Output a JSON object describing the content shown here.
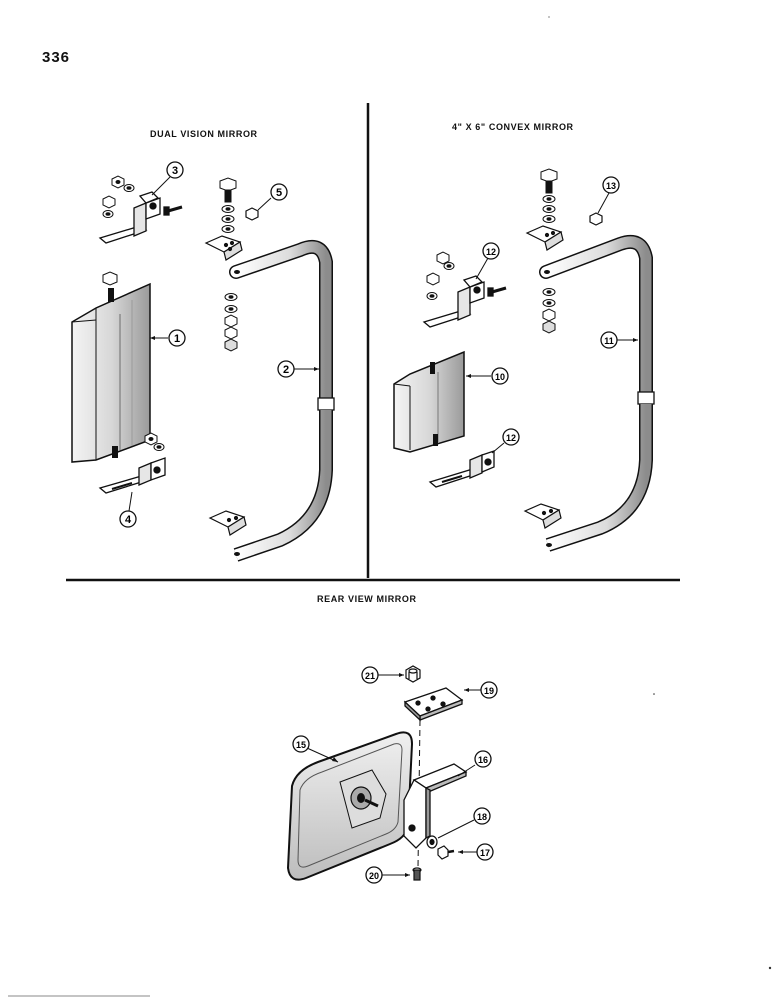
{
  "page": {
    "number": "336"
  },
  "sections": {
    "dual_vision": {
      "title": "DUAL VISION MIRROR"
    },
    "convex": {
      "title": "4\" X 6\" CONVEX MIRROR"
    },
    "rear_view": {
      "title": "REAR VIEW MIRROR"
    }
  },
  "callouts": {
    "c1": "1",
    "c2": "2",
    "c3": "3",
    "c4": "4",
    "c5": "5",
    "c10": "10",
    "c11": "11",
    "c12a": "12",
    "c12b": "12",
    "c13": "13",
    "c15": "15",
    "c16": "16",
    "c17": "17",
    "c18": "18",
    "c19": "19",
    "c20": "20",
    "c21": "21"
  }
}
